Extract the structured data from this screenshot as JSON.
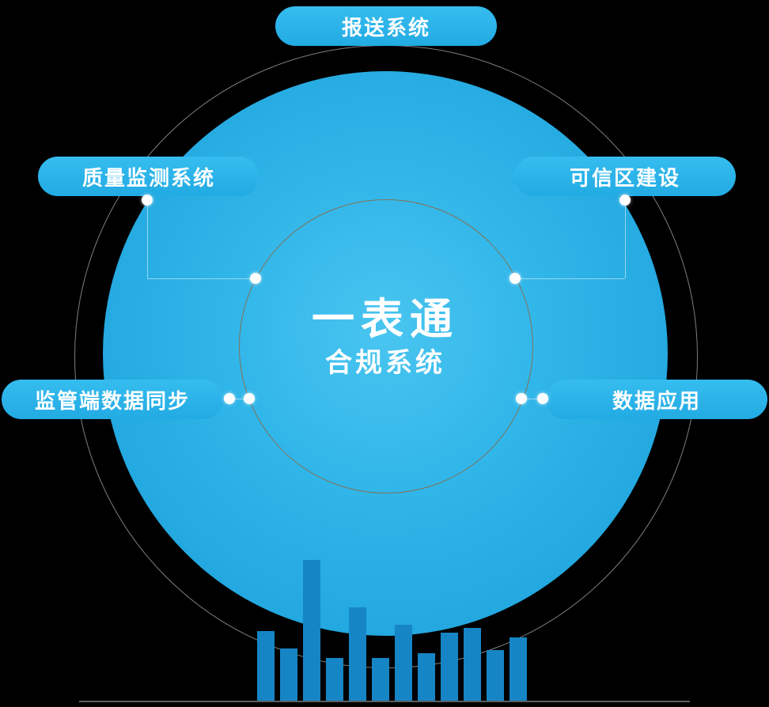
{
  "diagram": {
    "center": {
      "title": "一表通",
      "subtitle": "合规系统"
    },
    "nodes": [
      {
        "id": "reporting-system",
        "label": "报送系统"
      },
      {
        "id": "quality-monitoring",
        "label": "质量监测系统"
      },
      {
        "id": "trusted-zone",
        "label": "可信区建设"
      },
      {
        "id": "regulator-data-sync",
        "label": "监管端数据同步"
      },
      {
        "id": "data-application",
        "label": "数据应用"
      }
    ],
    "colors": {
      "pill_blue": "#22aae3",
      "circle_blue": "#23a8e0",
      "bar_blue": "#1685c5",
      "inner_ring": "rgba(138,106,72,0.9)",
      "outer_ring": "rgba(225,230,235,0.55)",
      "background": "#000000",
      "text": "#ffffff"
    },
    "bars": [
      88,
      66,
      178,
      54,
      118,
      54,
      96,
      60,
      86,
      92,
      64,
      80
    ]
  }
}
